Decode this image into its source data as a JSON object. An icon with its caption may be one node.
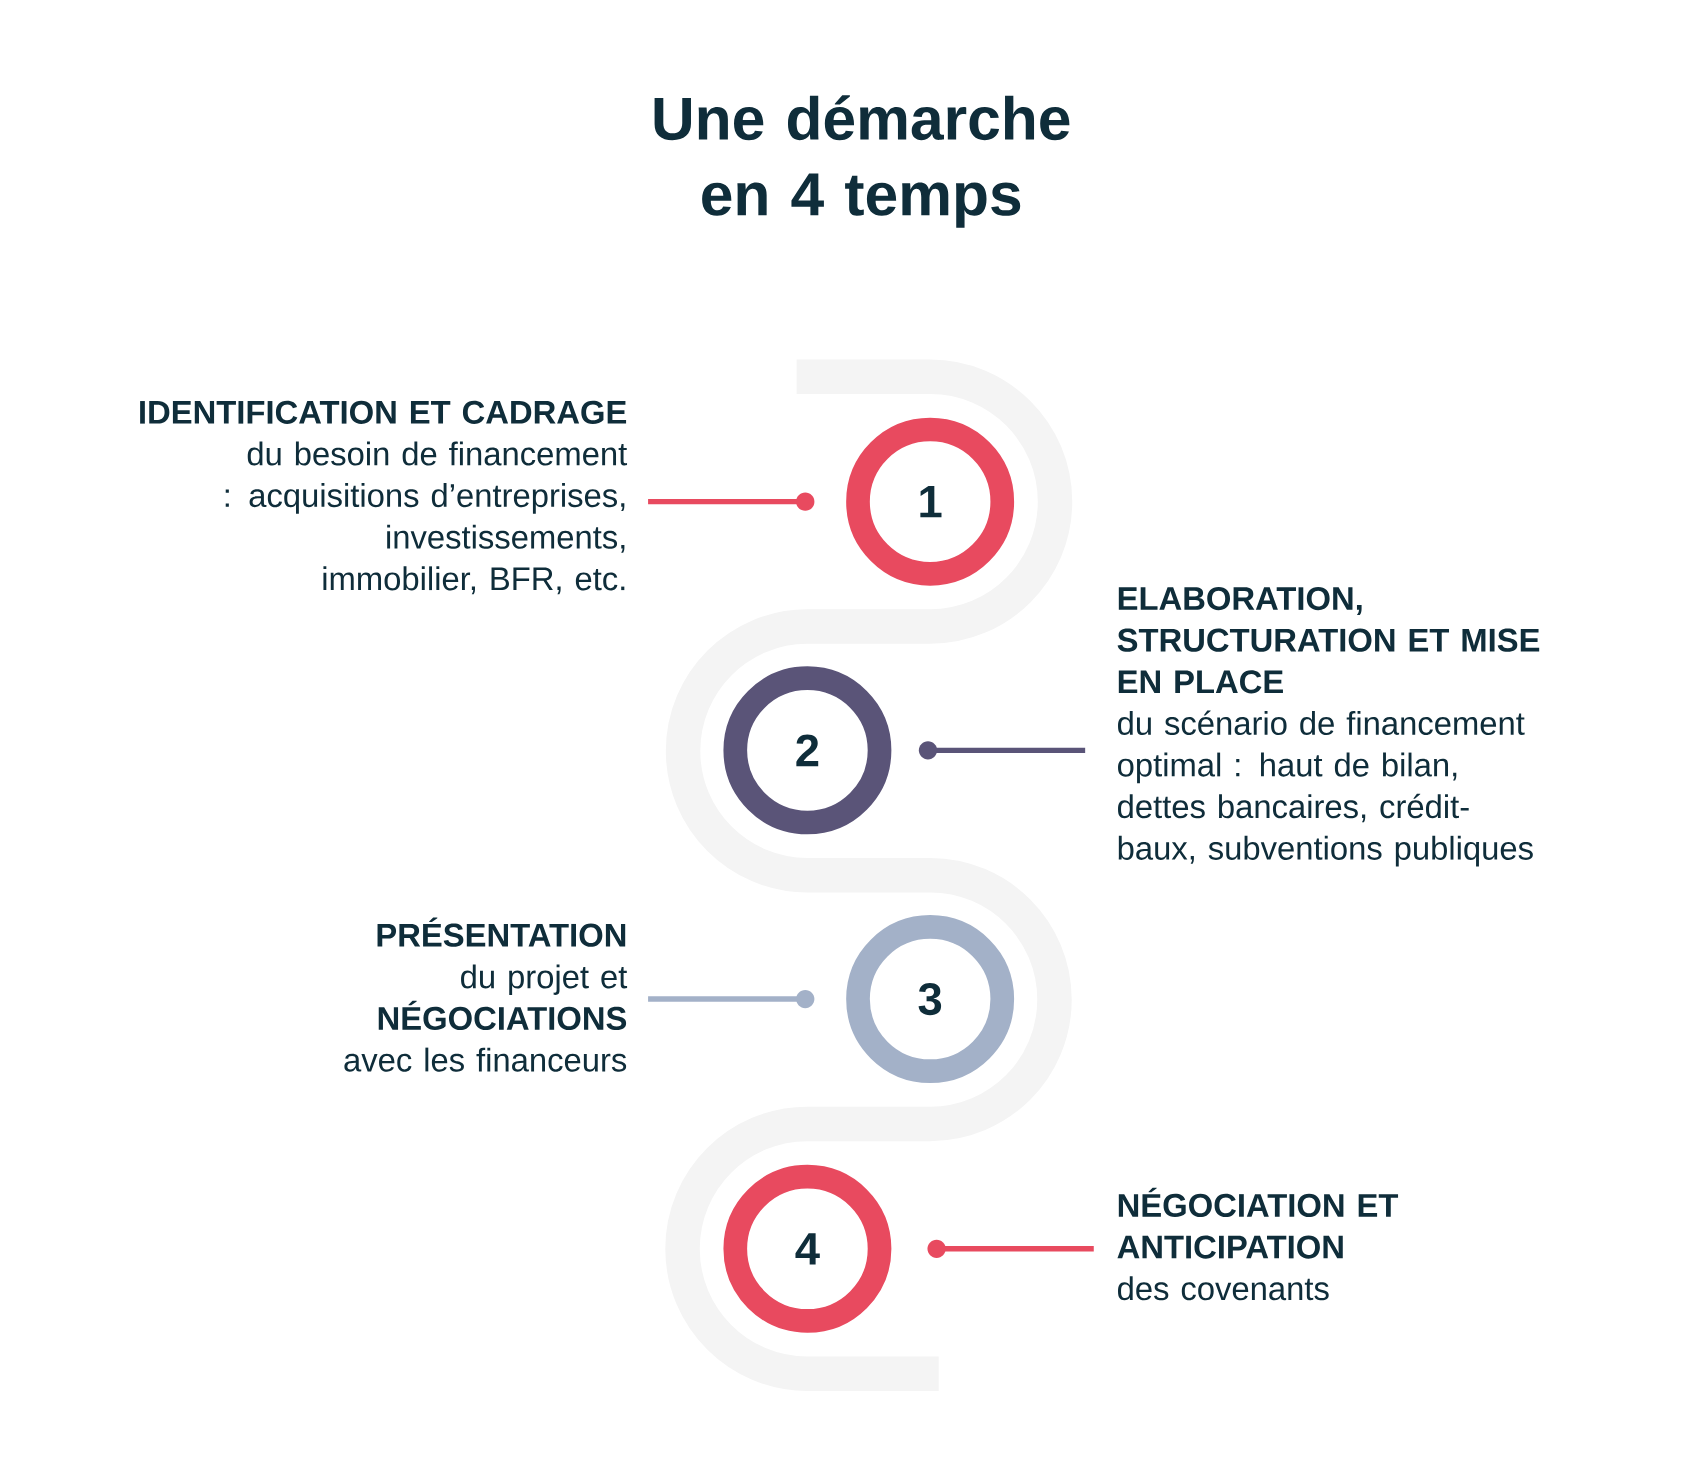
{
  "diagram": {
    "title": "Une démarche en 4 temps",
    "nodes": [
      {
        "text": [
          "IDENTIFICATION ET CADRAGE",
          "du besoin de financement : acquisitions d’entreprises, investissements, immobilier, BFR, etc."
        ]
      },
      {
        "text": [
          "1"
        ]
      },
      {
        "text": [
          "2"
        ]
      },
      {
        "text": [
          "ELABORATION, STRUCTURATION ET MISE EN PLACE",
          "du scénario de financement optimal : haut de bilan, dettes bancaires, crédit-baux, subventions publiques"
        ]
      },
      {
        "text": [
          "PRÉSENTATION",
          "du projet et",
          "NÉGOCIATIONS",
          "avec les financeurs"
        ]
      },
      {
        "text": [
          "3"
        ]
      },
      {
        "text": [
          "4"
        ]
      },
      {
        "text": [
          "NÉGOCIATION ET ANTICIPATION",
          "des covenants"
        ]
      }
    ],
    "edges": [
      {
        "from": 0,
        "to": 1,
        "arrow": "other",
        "color": "#e84a5f"
      },
      {
        "from": 3,
        "to": 2,
        "arrow": "other",
        "color": "#5a5478"
      },
      {
        "from": 4,
        "to": 5,
        "arrow": "other",
        "color": "#a3b1c8"
      },
      {
        "from": 7,
        "to": 6,
        "arrow": "other",
        "color": "#e84a5f"
      }
    ]
  }
}
